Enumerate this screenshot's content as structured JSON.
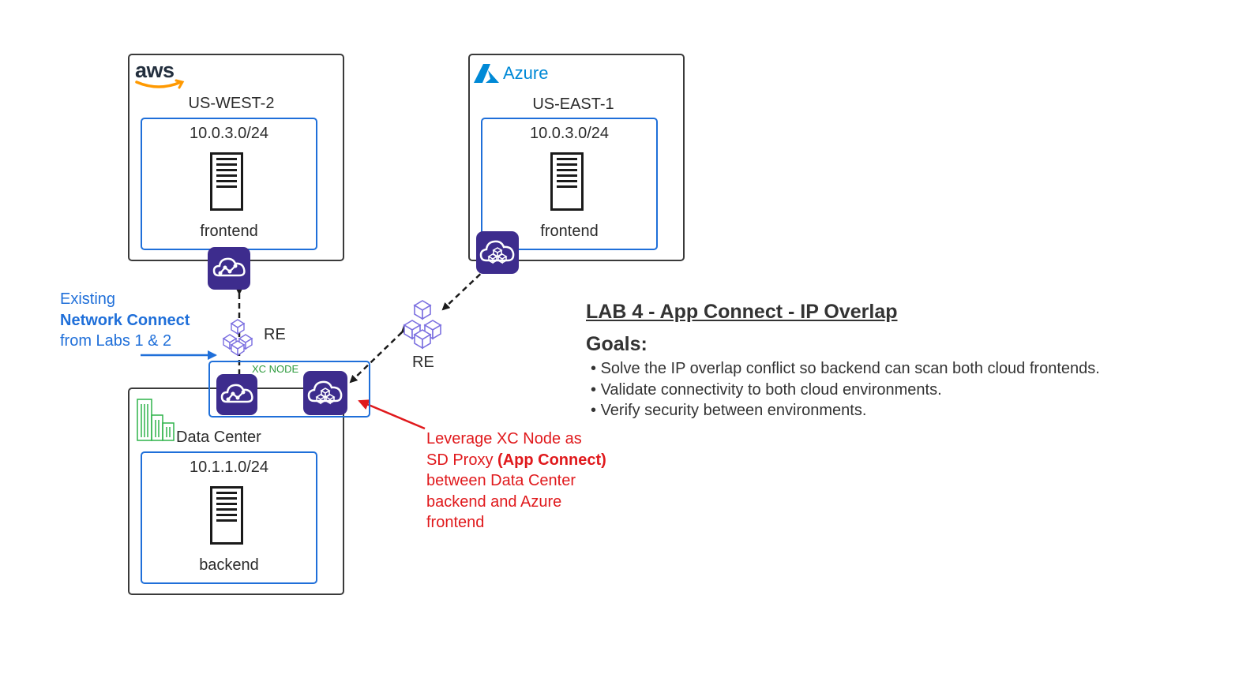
{
  "regions": {
    "aws": {
      "logo_text": "aws",
      "region_label": "US-WEST-2",
      "subnet": "10.0.3.0/24",
      "server_label": "frontend"
    },
    "azure": {
      "logo_text": "Azure",
      "region_label": "US-EAST-1",
      "subnet": "10.0.3.0/24",
      "server_label": "frontend"
    },
    "datacenter": {
      "region_label": "Data Center",
      "subnet": "10.1.1.0/24",
      "server_label": "backend"
    }
  },
  "re_labels": {
    "left": "RE",
    "right": "RE"
  },
  "xc_node_label": "XC NODE",
  "annotations": {
    "existing": {
      "line1": "Existing",
      "line2": "Network Connect",
      "line3": "from Labs 1 & 2"
    },
    "leverage": {
      "line1": "Leverage XC Node as",
      "line2_plain": "SD Proxy ",
      "line2_bold": "(App Connect)",
      "line3": "between Data Center",
      "line4": "backend and Azure",
      "line5": "frontend"
    }
  },
  "lab": {
    "title": "LAB 4 - App Connect - IP Overlap",
    "goals_heading": "Goals:",
    "goals": [
      "Solve the IP overlap conflict so backend can scan both cloud frontends.",
      "Validate connectivity to both cloud environments.",
      "Verify security between environments."
    ]
  },
  "colors": {
    "node_purple": "#3d2c8d",
    "subnet_blue": "#1f6fd9",
    "annotation_blue": "#1f6fd9",
    "annotation_red": "#e0191c",
    "re_icon": "#7b6fe0",
    "datacenter_green": "#2fb34a",
    "aws_orange": "#f90",
    "azure_blue": "#0089d6"
  }
}
